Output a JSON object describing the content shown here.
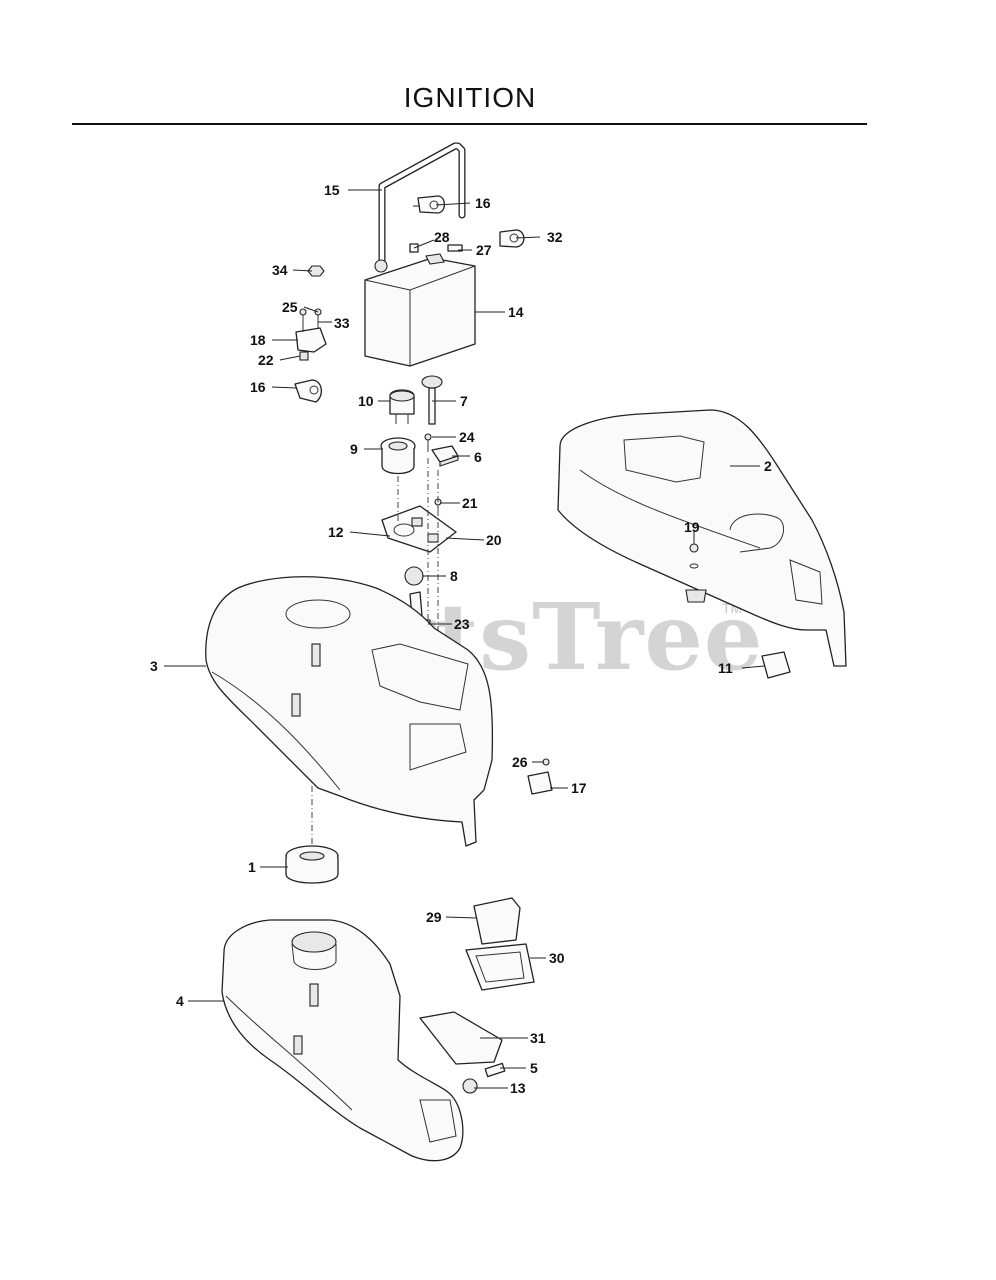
{
  "title": "IGNITION",
  "watermark": "PartsTree",
  "watermark_tm": "TM",
  "callouts": [
    {
      "id": "c15",
      "label": "15"
    },
    {
      "id": "c16a",
      "label": "16"
    },
    {
      "id": "c28",
      "label": "28"
    },
    {
      "id": "c27",
      "label": "27"
    },
    {
      "id": "c32",
      "label": "32"
    },
    {
      "id": "c34",
      "label": "34"
    },
    {
      "id": "c14",
      "label": "14"
    },
    {
      "id": "c25",
      "label": "25"
    },
    {
      "id": "c33",
      "label": "33"
    },
    {
      "id": "c18",
      "label": "18"
    },
    {
      "id": "c22",
      "label": "22"
    },
    {
      "id": "c16b",
      "label": "16"
    },
    {
      "id": "c10",
      "label": "10"
    },
    {
      "id": "c7",
      "label": "7"
    },
    {
      "id": "c24",
      "label": "24"
    },
    {
      "id": "c9",
      "label": "9"
    },
    {
      "id": "c6",
      "label": "6"
    },
    {
      "id": "c2",
      "label": "2"
    },
    {
      "id": "c21",
      "label": "21"
    },
    {
      "id": "c19",
      "label": "19"
    },
    {
      "id": "c12",
      "label": "12"
    },
    {
      "id": "c20",
      "label": "20"
    },
    {
      "id": "c8",
      "label": "8"
    },
    {
      "id": "c23",
      "label": "23"
    },
    {
      "id": "c3",
      "label": "3"
    },
    {
      "id": "c11",
      "label": "11"
    },
    {
      "id": "c26",
      "label": "26"
    },
    {
      "id": "c17",
      "label": "17"
    },
    {
      "id": "c1",
      "label": "1"
    },
    {
      "id": "c29",
      "label": "29"
    },
    {
      "id": "c30",
      "label": "30"
    },
    {
      "id": "c4",
      "label": "4"
    },
    {
      "id": "c31",
      "label": "31"
    },
    {
      "id": "c5",
      "label": "5"
    },
    {
      "id": "c13",
      "label": "13"
    }
  ]
}
